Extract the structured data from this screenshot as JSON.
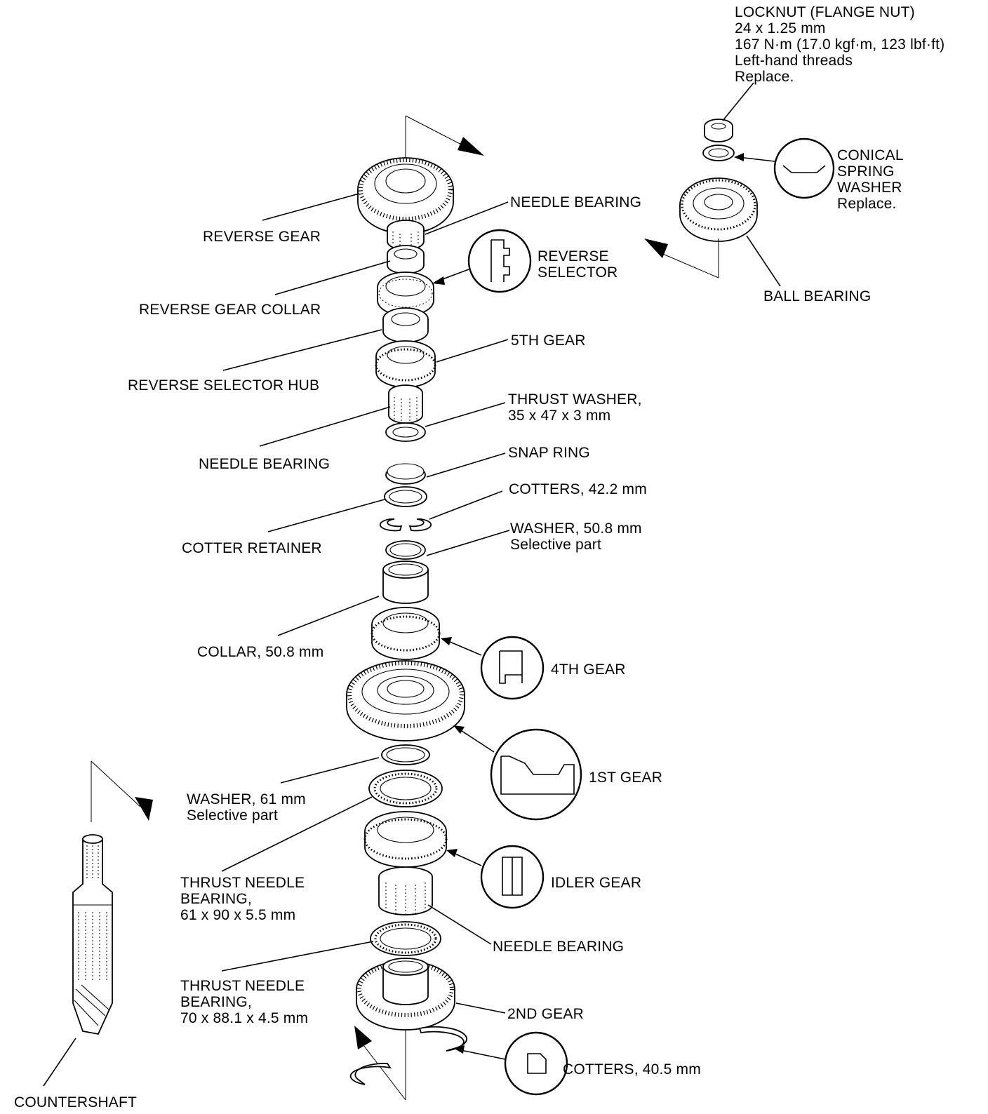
{
  "labels": {
    "locknut": [
      "LOCKNUT (FLANGE NUT)",
      "24 x 1.25 mm",
      "167 N·m (17.0 kgf·m, 123 lbf·ft)",
      "Left-hand threads",
      "Replace."
    ],
    "conical_spring_washer": [
      "CONICAL",
      "SPRING",
      "WASHER",
      "Replace."
    ],
    "ball_bearing": "BALL BEARING",
    "needle_bearing_top": "NEEDLE BEARING",
    "reverse_gear": "REVERSE GEAR",
    "reverse_selector": [
      "REVERSE",
      "SELECTOR"
    ],
    "reverse_gear_collar": "REVERSE GEAR COLLAR",
    "fifth_gear": "5TH GEAR",
    "reverse_selector_hub": "REVERSE SELECTOR HUB",
    "thrust_washer": [
      "THRUST WASHER,",
      "35 x 47 x 3 mm"
    ],
    "needle_bearing_mid": "NEEDLE BEARING",
    "snap_ring": "SNAP RING",
    "cotters_42": "COTTERS, 42.2 mm",
    "cotter_retainer": "COTTER RETAINER",
    "washer_50": [
      "WASHER, 50.8 mm",
      "Selective part"
    ],
    "collar_50": "COLLAR, 50.8 mm",
    "fourth_gear": "4TH GEAR",
    "first_gear": "1ST GEAR",
    "washer_61": [
      "WASHER, 61 mm",
      "Selective part"
    ],
    "thrust_needle_61": [
      "THRUST NEEDLE",
      "BEARING,",
      "61 x 90 x 5.5 mm"
    ],
    "idler_gear": "IDLER GEAR",
    "needle_bearing_low": "NEEDLE BEARING",
    "thrust_needle_70": [
      "THRUST NEEDLE",
      "BEARING,",
      "70 x 88.1 x 4.5 mm"
    ],
    "second_gear": "2ND GEAR",
    "cotters_40": "COTTERS, 40.5 mm",
    "countershaft": "COUNTERSHAFT"
  }
}
